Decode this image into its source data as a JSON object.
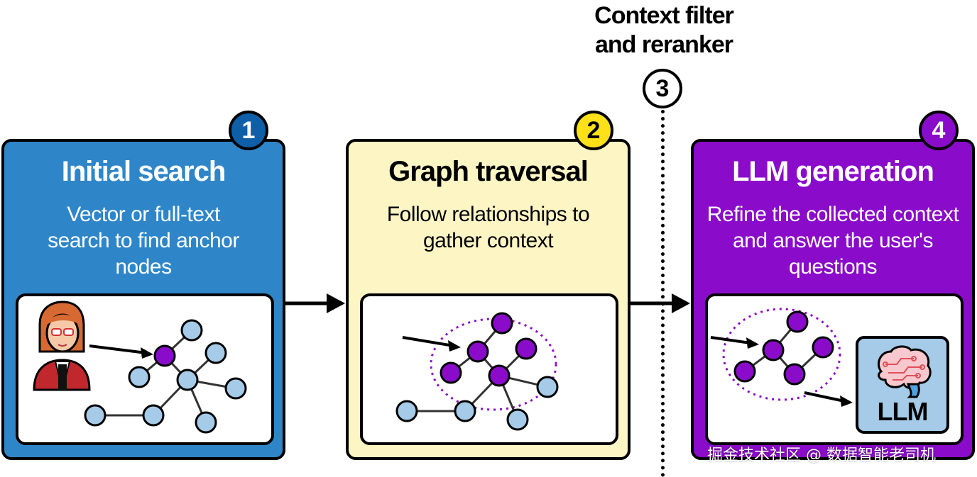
{
  "header": {
    "filter_label_line1": "Context filter",
    "filter_label_line2": "and reranker",
    "filter_step": "3"
  },
  "steps": [
    {
      "number": "1",
      "title": "Initial search",
      "description": [
        "Vector or full-text",
        "search to find anchor",
        "nodes"
      ]
    },
    {
      "number": "2",
      "title": "Graph traversal",
      "description": [
        "Follow relationships to",
        "gather context"
      ]
    },
    {
      "number": "4",
      "title": "LLM generation",
      "description": [
        "Refine the collected context",
        "and answer the user's",
        "questions"
      ]
    }
  ],
  "llm_box_label": "LLM",
  "watermark": "掘金技术社区 @ 数据智能老司机",
  "colors": {
    "step1_bg": "#2e86c9",
    "step2_bg": "#fdf5c4",
    "step4_bg": "#8a0bc9",
    "node_light": "#a5cbe9",
    "node_purple": "#8a0bc9",
    "badge1": "#0f5fa8",
    "badge2": "#ffe11a"
  },
  "icons": [
    "user-avatar-icon",
    "graph-network-icon",
    "brain-icon",
    "arrow-right-icon"
  ]
}
